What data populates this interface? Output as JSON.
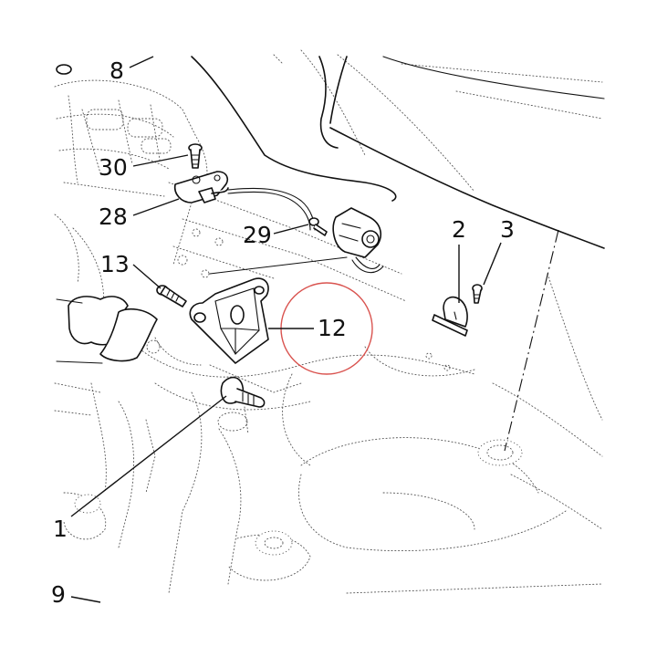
{
  "diagram": {
    "callouts": {
      "c1": "1",
      "c2": "2",
      "c3": "3",
      "c8": "8",
      "c9": "9",
      "c12": "12",
      "c13": "13",
      "c28": "28",
      "c29": "29",
      "c30": "30"
    },
    "highlight_color": "#d9534f",
    "line_color": "#111111",
    "ghost_line_color": "#555555"
  }
}
